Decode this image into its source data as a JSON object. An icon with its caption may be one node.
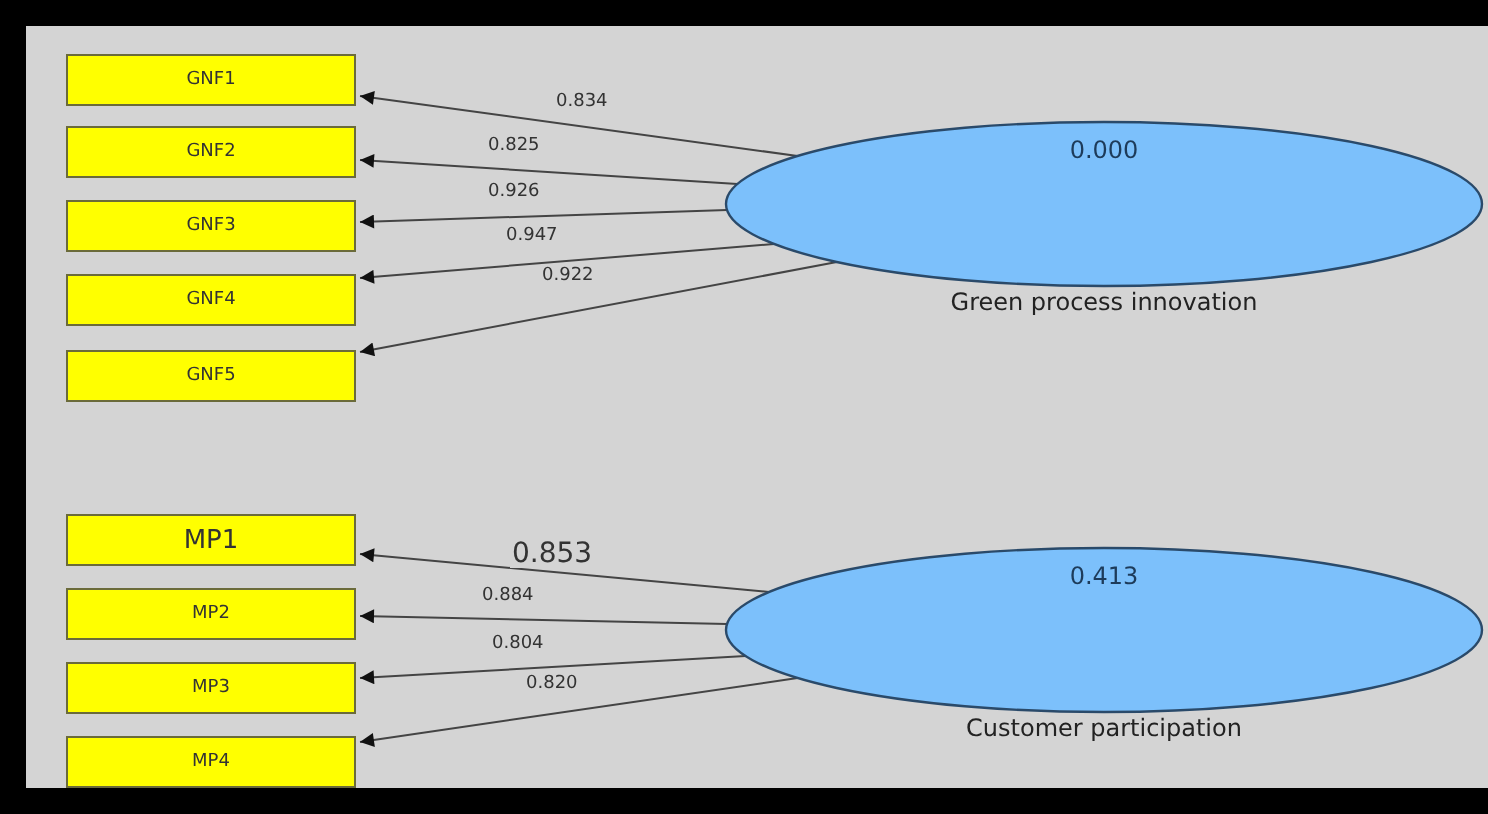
{
  "diagram": {
    "nodes": [
      {
        "text": [
          "GNF1"
        ]
      },
      {
        "text": [
          "GNF2"
        ]
      },
      {
        "text": [
          "GNF3"
        ]
      },
      {
        "text": [
          "GNF4"
        ]
      },
      {
        "text": [
          "GNF5"
        ]
      },
      {
        "text": [
          "0.000",
          "Green process innovation"
        ]
      },
      {
        "text": [
          "MP1"
        ]
      },
      {
        "text": [
          "MP2"
        ]
      },
      {
        "text": [
          "MP3"
        ]
      },
      {
        "text": [
          "MP4"
        ]
      },
      {
        "text": [
          "0.413",
          "Customer participation"
        ]
      }
    ],
    "edges": [
      {
        "from": 5,
        "to": 0,
        "arrow": "to",
        "label": "0.834"
      },
      {
        "from": 5,
        "to": 1,
        "arrow": "to",
        "label": "0.825"
      },
      {
        "from": 5,
        "to": 2,
        "arrow": "to",
        "label": "0.926"
      },
      {
        "from": 5,
        "to": 3,
        "arrow": "to",
        "label": "0.947"
      },
      {
        "from": 5,
        "to": 4,
        "arrow": "to",
        "label": "0.922"
      },
      {
        "from": 10,
        "to": 6,
        "arrow": "to",
        "label": "0.853"
      },
      {
        "from": 10,
        "to": 7,
        "arrow": "to",
        "label": "0.884"
      },
      {
        "from": 10,
        "to": 8,
        "arrow": "to",
        "label": "0.804"
      },
      {
        "from": 10,
        "to": 9,
        "arrow": "to",
        "label": "0.820"
      }
    ]
  }
}
